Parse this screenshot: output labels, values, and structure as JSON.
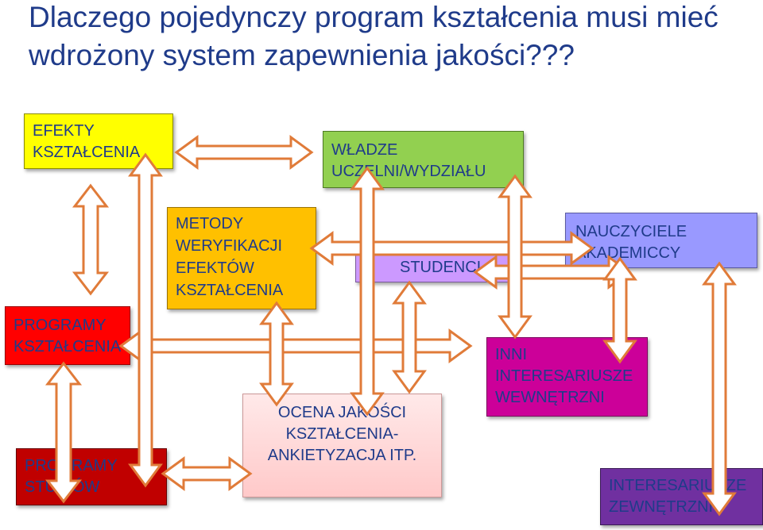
{
  "title": "Dlaczego pojedynczy program kształcenia musi mieć wdrożony system zapewnienia jakości???",
  "boxes": {
    "efekty": {
      "text": "EFEKTY\nKSZTAŁCENIA",
      "color": "#ffff00"
    },
    "wladze": {
      "text": "WŁADZE\nUCZELNI/WYDZIAŁU",
      "color": "#92d050"
    },
    "metody": {
      "text": "METODY\nWERYFIKACJI\nEFEKTÓW\nKSZTAŁCENIA",
      "color": "#ffc000"
    },
    "studenci": {
      "text": "STUDENCI",
      "color": "#cc99ff"
    },
    "nauczyciele": {
      "text": "NAUCZYCIELE\nAKADEMICCY",
      "color": "#9999ff"
    },
    "programy_ksztalcenia": {
      "text": "PROGRAMY\nKSZTAŁCENIA",
      "color": "#ff0000"
    },
    "inni": {
      "text": "INNI\nINTERESARIUSZE\nWEWNĘTRZNI",
      "color": "#cc0099"
    },
    "ocena": {
      "text": "OCENA JAKOŚCI\nKSZTAŁCENIA-\nANKIETYZACJA ITP.",
      "color": "#ffd9d9"
    },
    "programy_studiow": {
      "text": "PROGRAMY\nSTUDIÓW",
      "color": "#c00000"
    },
    "zewnetrzni": {
      "text": "INTERESARIUSZE\nZEWNĘTRZNI",
      "color": "#7030a0"
    }
  },
  "colors": {
    "title": "#1f3b8a",
    "arrow_stroke": "#e07b39",
    "arrow_fill": "#ffffff"
  }
}
